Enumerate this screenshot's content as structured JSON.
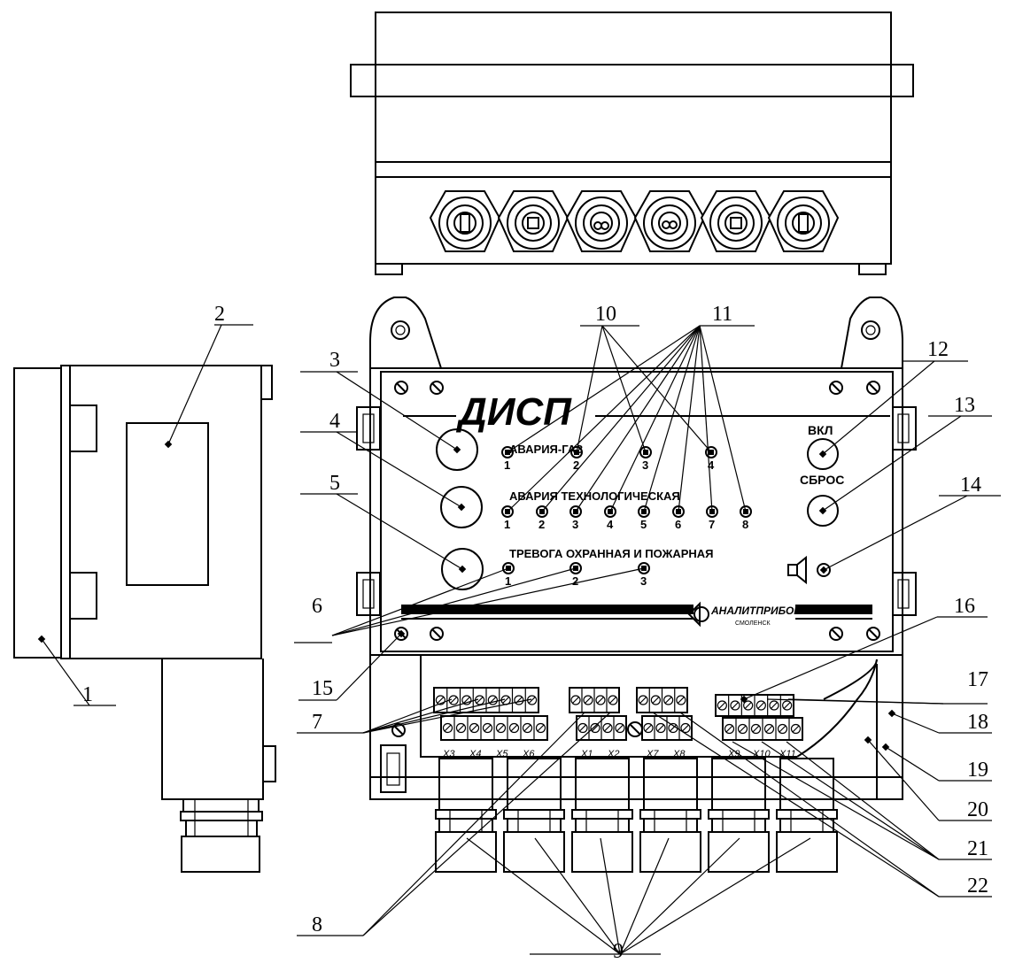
{
  "brand": "ДИСП",
  "logo": {
    "name": "АНАЛИТПРИБОР",
    "city": "СМОЛЕНСК"
  },
  "panel": {
    "gas_alarm": "АВАРИЯ-ГАЗ",
    "tech_alarm": "АВАРИЯ ТЕХНОЛОГИЧЕСКАЯ",
    "security_alarm": "ТРЕВОГА ОХРАННАЯ И ПОЖАРНАЯ",
    "on_label": "ВКЛ",
    "reset_label": "СБРОС",
    "gas_indices": [
      "1",
      "2",
      "3",
      "4"
    ],
    "tech_indices": [
      "1",
      "2",
      "3",
      "4",
      "5",
      "6",
      "7",
      "8"
    ],
    "security_indices": [
      "1",
      "2",
      "3"
    ]
  },
  "terminals": [
    "X3",
    "X4",
    "X5",
    "X6",
    "X1",
    "X2",
    "X7",
    "X8",
    "X9",
    "X10",
    "X11"
  ],
  "callouts": [
    "1",
    "2",
    "3",
    "4",
    "5",
    "6",
    "7",
    "8",
    "9",
    "10",
    "11",
    "12",
    "13",
    "14",
    "15",
    "16",
    "17",
    "18",
    "19",
    "20",
    "21",
    "22"
  ],
  "icons": [
    "speaker-icon",
    "mounting-screw-icon",
    "cable-gland-icon"
  ]
}
